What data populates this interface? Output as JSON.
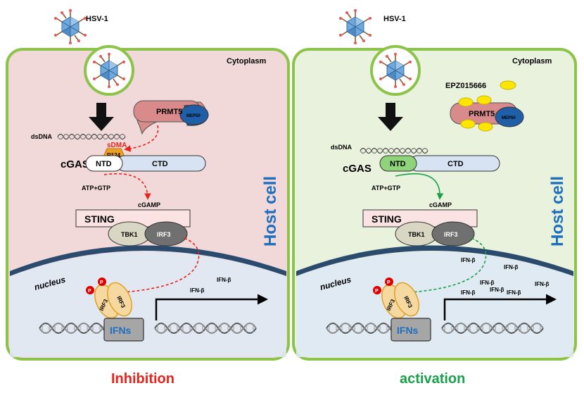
{
  "virus_label": "HSV-1",
  "compartment_label": "Cytoplasm",
  "host_cell_label": "Host cell",
  "nucleus_label": "nucleus",
  "left_panel": {
    "bottom_label": "Inhibition",
    "bottom_label_color": "#e8221b",
    "background": "#f2d9d9",
    "dsdna": "dsDNA",
    "prmt5": "PRMT5",
    "mep50": "MEP50",
    "sdma": "sDMA",
    "r124": "R124",
    "cgas": "cGAS",
    "ntd": "NTD",
    "ctd": "CTD",
    "atp_gtp": "ATP+GTP",
    "cgamp": "cGAMP",
    "sting": "STING",
    "tbk1": "TBK1",
    "irf3": "IRF3",
    "p": "P",
    "ifns": "IFNs",
    "ifn_b": [
      "IFN-β",
      "IFN-β"
    ],
    "arrow_style": "red dashed"
  },
  "right_panel": {
    "bottom_label": "activation",
    "bottom_label_color": "#1aa04a",
    "background": "#e9f2dc",
    "drug": "EPZ015666",
    "dsdna": "dsDNA",
    "prmt5": "PRMT5",
    "mep50": "MEP50",
    "cgas": "cGAS",
    "ntd": "NTD",
    "ctd": "CTD",
    "atp_gtp": "ATP+GTP",
    "cgamp": "cGAMP",
    "sting": "STING",
    "tbk1": "TBK1",
    "irf3": "IRF3",
    "p": "P",
    "ifns": "IFNs",
    "ifn_b": [
      "IFN-β",
      "IFN-β",
      "IFN-β",
      "IFN-β",
      "IFN-β",
      "IFN-β",
      "IFN-β"
    ],
    "arrow_style": "green dashed"
  },
  "colors": {
    "cell_border": "#8cc44a",
    "prmt5": "#d98a8a",
    "mep50": "#1f5fa8",
    "sdma_text": "#e8221b",
    "r124": "#f0a020",
    "ntd_active": "#8fd47a",
    "ctd": "#d7e3f2",
    "sting": "#fbe3e3",
    "tbk1": "#d9d6c3",
    "irf3": "#707070",
    "phospho": "#e00000",
    "irf3_dimer": "#f6d9a0",
    "ifns_text": "#1f6fbf",
    "host_cell_text": "#1f6fbf",
    "drug": "#ffe600",
    "inhibit_arrow": "#e8221b",
    "activate_arrow": "#1aa04a"
  }
}
